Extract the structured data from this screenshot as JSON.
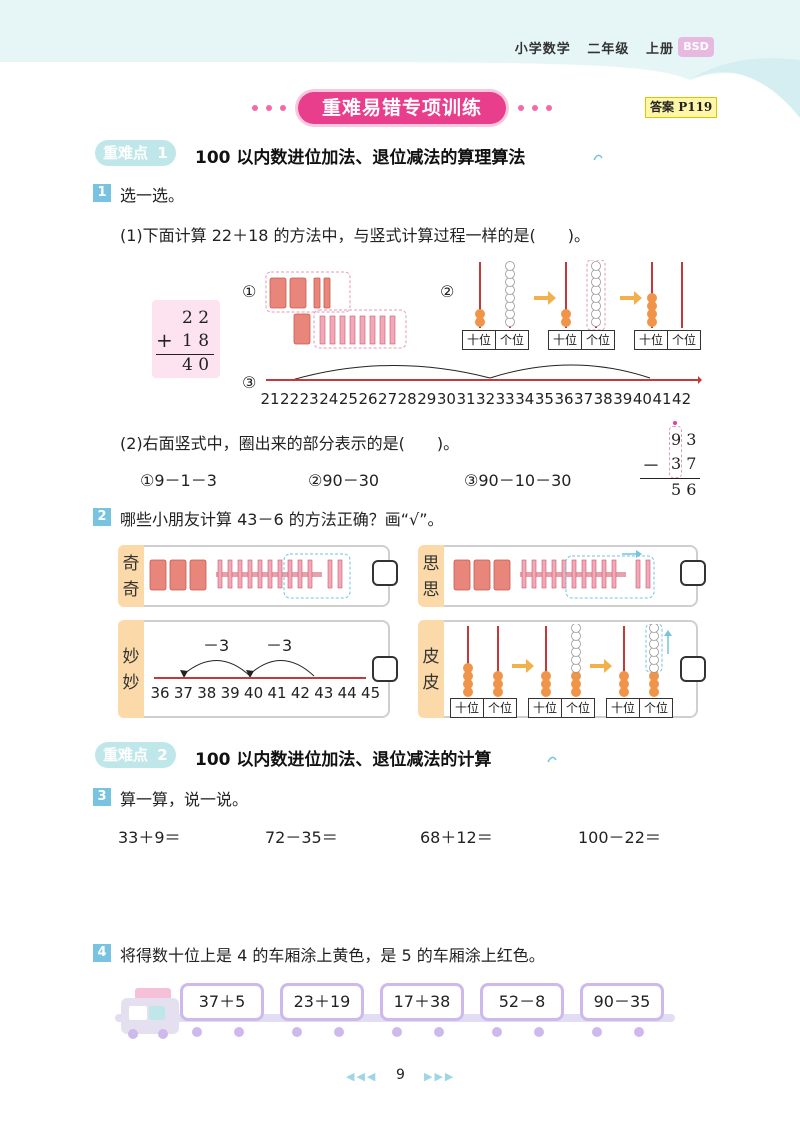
{
  "header": {
    "subject": "小学数学",
    "grade": "二年级",
    "volume": "上册",
    "edition": "BSD"
  },
  "banner": {
    "title": "重难易错专项训练",
    "answer_label": "答案",
    "answer_page": "P119"
  },
  "section1": {
    "tag": "重难点",
    "num": "1",
    "title": "100 以内数进位加法、退位减法的算理算法"
  },
  "q1": {
    "num": "1",
    "text": "选一选。",
    "sub1": "(1)下面计算 22＋18 的方法中，与竖式计算过程一样的是(　　)。",
    "vertical": {
      "row1": "2 2",
      "op": "+",
      "row2": "1 8",
      "result": "4 0"
    },
    "opt1_mark": "①",
    "opt2_mark": "②",
    "opt3_mark": "③",
    "place_tens": "十位",
    "place_ones": "个位",
    "numberline": [
      "21",
      "22",
      "23",
      "24",
      "25",
      "26",
      "27",
      "28",
      "29",
      "30",
      "31",
      "32",
      "33",
      "34",
      "35",
      "36",
      "37",
      "38",
      "39",
      "40",
      "41",
      "42"
    ],
    "sub2": "(2)右面竖式中，圈出来的部分表示的是(　　)。",
    "choices": [
      "①9－1－3",
      "②90－30",
      "③90－10－30"
    ],
    "vertical2": {
      "row1": "9 3",
      "op": "－",
      "row2": "3 7",
      "result": "5 6"
    }
  },
  "q2": {
    "num": "2",
    "text": "哪些小朋友计算 43－6 的方法正确？画“√”。",
    "kids": [
      "奇奇",
      "思思",
      "妙妙",
      "皮皮"
    ],
    "jump": "－3",
    "numberline": [
      "36",
      "37",
      "38",
      "39",
      "40",
      "41",
      "42",
      "43",
      "44",
      "45"
    ],
    "place_tens": "十位",
    "place_ones": "个位"
  },
  "section2": {
    "tag": "重难点",
    "num": "2",
    "title": "100 以内数进位加法、退位减法的计算"
  },
  "q3": {
    "num": "3",
    "text": "算一算，说一说。",
    "exprs": [
      "33＋9＝",
      "72－35＝",
      "68＋12＝",
      "100－22＝"
    ]
  },
  "q4": {
    "num": "4",
    "text": "将得数十位上是 4 的车厢涂上黄色，是 5 的车厢涂上红色。",
    "cars": [
      "37＋5",
      "23＋19",
      "17＋38",
      "52－8",
      "90－35"
    ]
  },
  "footer": {
    "page": "9"
  },
  "colors": {
    "accent": "#e83e8c",
    "teal": "#bfe7ea",
    "qblue": "#77c3e0",
    "bead": "#f0944a"
  }
}
